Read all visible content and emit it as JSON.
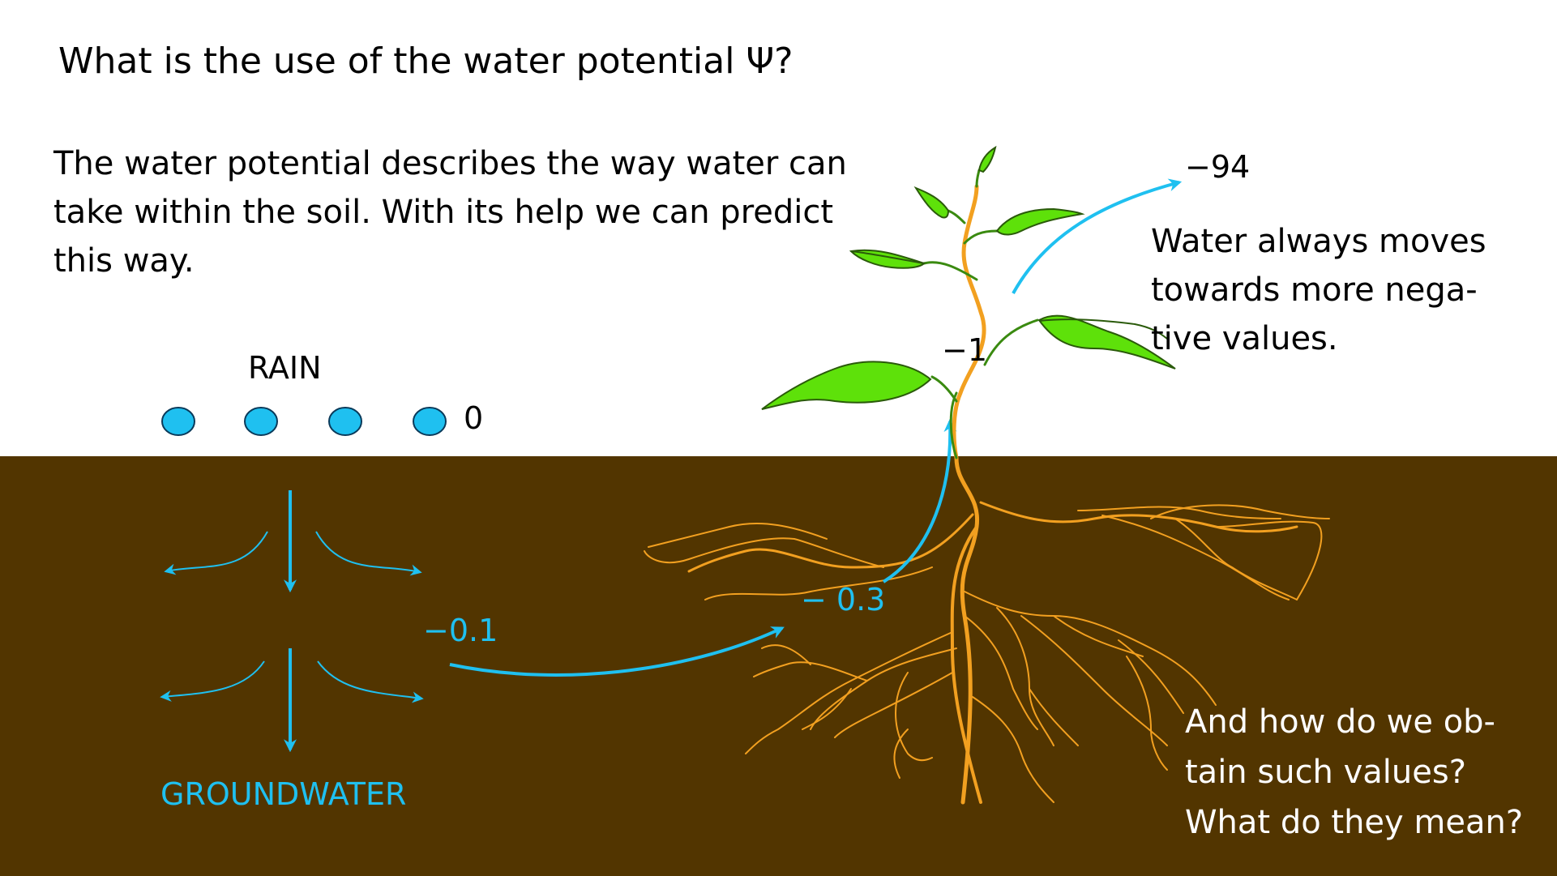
{
  "title": "What is the use of the water potential Ψ?",
  "intro_lines": [
    "The water potential describes the way water can",
    "take within the soil. With its help we can predict",
    "this way."
  ],
  "rule_lines": [
    "Water always moves",
    "towards more nega-",
    "tive values."
  ],
  "question_lines": [
    "And how do we ob-",
    "tain such values?",
    "What do they mean?"
  ],
  "labels": {
    "rain": "RAIN",
    "groundwater": "GROUNDWATER",
    "psi_rain": "0",
    "psi_soil": "−0.1",
    "psi_root": "− 0.3",
    "psi_stem": "−1",
    "psi_air": "−94"
  },
  "colors": {
    "soil": "#523500",
    "water": "#1fc0f0",
    "root": "#f2a020",
    "leaf": "#5ee10a",
    "stem": "#3a8a10"
  }
}
